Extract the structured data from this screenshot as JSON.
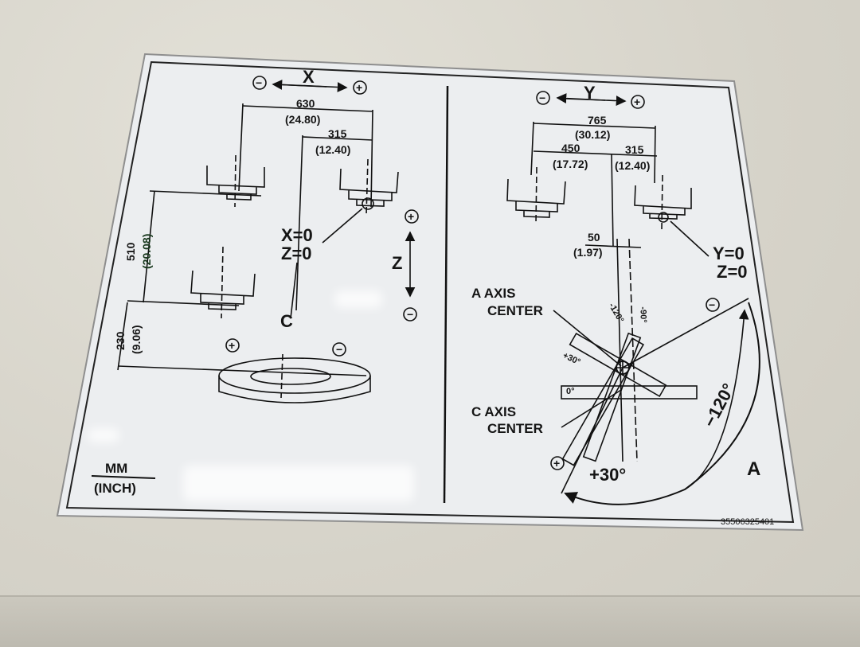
{
  "x_panel": {
    "axis": "X",
    "minus": "−",
    "plus": "+",
    "dim_630": "630",
    "dim_630_in": "(24.80)",
    "dim_315": "315",
    "dim_315_in": "(12.40)",
    "dim_510": "510",
    "dim_510_in": "(20.08)",
    "dim_230": "230",
    "dim_230_in": "(9.06)",
    "origin_x": "X=0",
    "origin_z": "Z=0",
    "z_axis": "Z",
    "c_axis": "C",
    "unit_mm": "MM",
    "unit_inch": "(INCH)"
  },
  "y_panel": {
    "axis": "Y",
    "minus": "−",
    "plus": "+",
    "dim_765": "765",
    "dim_765_in": "(30.12)",
    "dim_450": "450",
    "dim_450_in": "(17.72)",
    "dim_315": "315",
    "dim_315_in": "(12.40)",
    "dim_50": "50",
    "dim_50_in": "(1.97)",
    "origin_y": "Y=0",
    "origin_z": "Z=0",
    "a_center_1": "A AXIS",
    "a_center_2": "CENTER",
    "c_center_1": "C AXIS",
    "c_center_2": "CENTER",
    "angle_plus30": "+30°",
    "angle_minus90": "-90°",
    "angle_minus120": "-120°",
    "angle_0": "0°",
    "arc_plus30": "+30°",
    "arc_minus120": "−120°",
    "a_axis": "A"
  },
  "part_number": "35506325401"
}
